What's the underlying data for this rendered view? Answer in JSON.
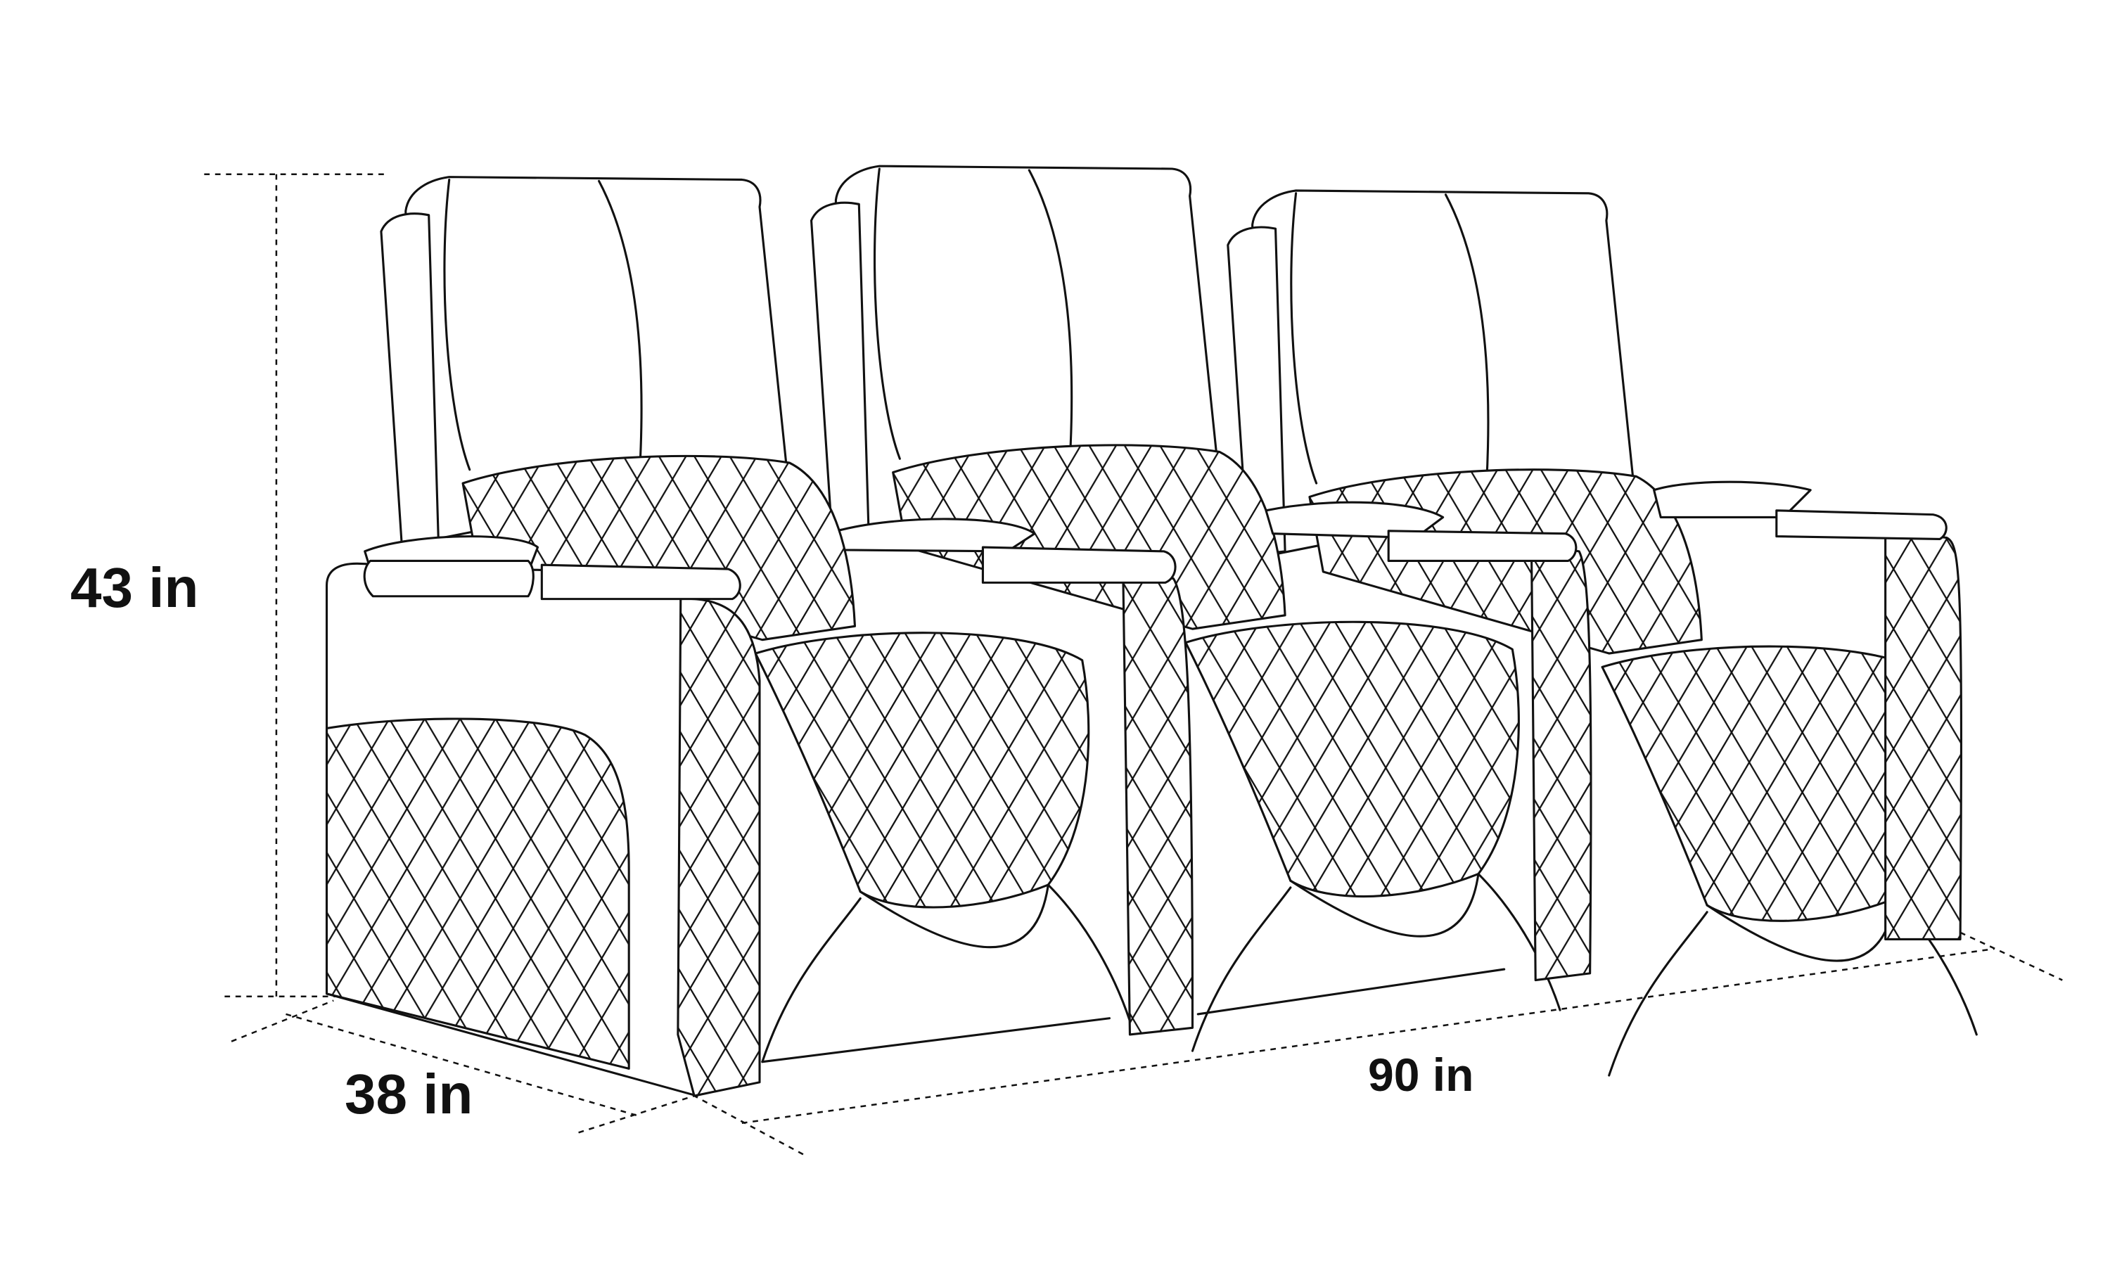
{
  "dimensions": {
    "height": "43 in",
    "depth": "38 in",
    "width": "90 in"
  },
  "colors": {
    "line": "#111111",
    "background": "#ffffff"
  },
  "seat_count": 3
}
